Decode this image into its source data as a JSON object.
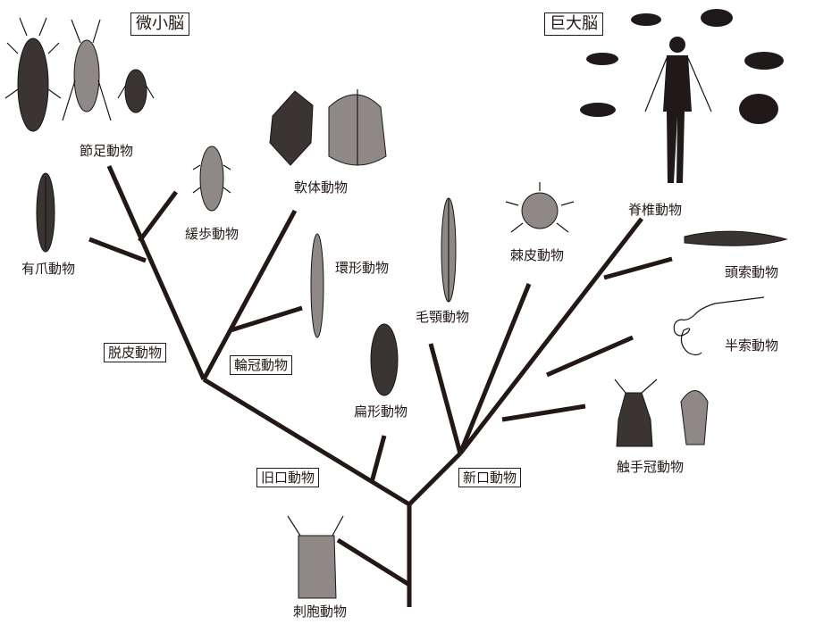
{
  "headers": {
    "small_brain": "微小脳",
    "giant_brain": "巨大脳"
  },
  "groups": {
    "protostomes": "旧口動物",
    "deuterostomes": "新口動物",
    "ecdysozoa": "脱皮動物",
    "lophotrochozoa": "輪冠動物"
  },
  "taxa": {
    "arthropoda": "節足動物",
    "onychophora": "有爪動物",
    "tardigrada": "緩歩動物",
    "mollusca": "軟体動物",
    "annelida": "環形動物",
    "platyhelminthes": "扁形動物",
    "chaetognatha": "毛顎動物",
    "echinodermata": "棘皮動物",
    "vertebrata": "脊椎動物",
    "cephalochordata": "頭索動物",
    "hemichordata": "半索動物",
    "lophophorata": "触手冠動物",
    "cnidaria": "刺胞動物"
  },
  "colors": {
    "ink": "#231815",
    "background": "#ffffff"
  }
}
